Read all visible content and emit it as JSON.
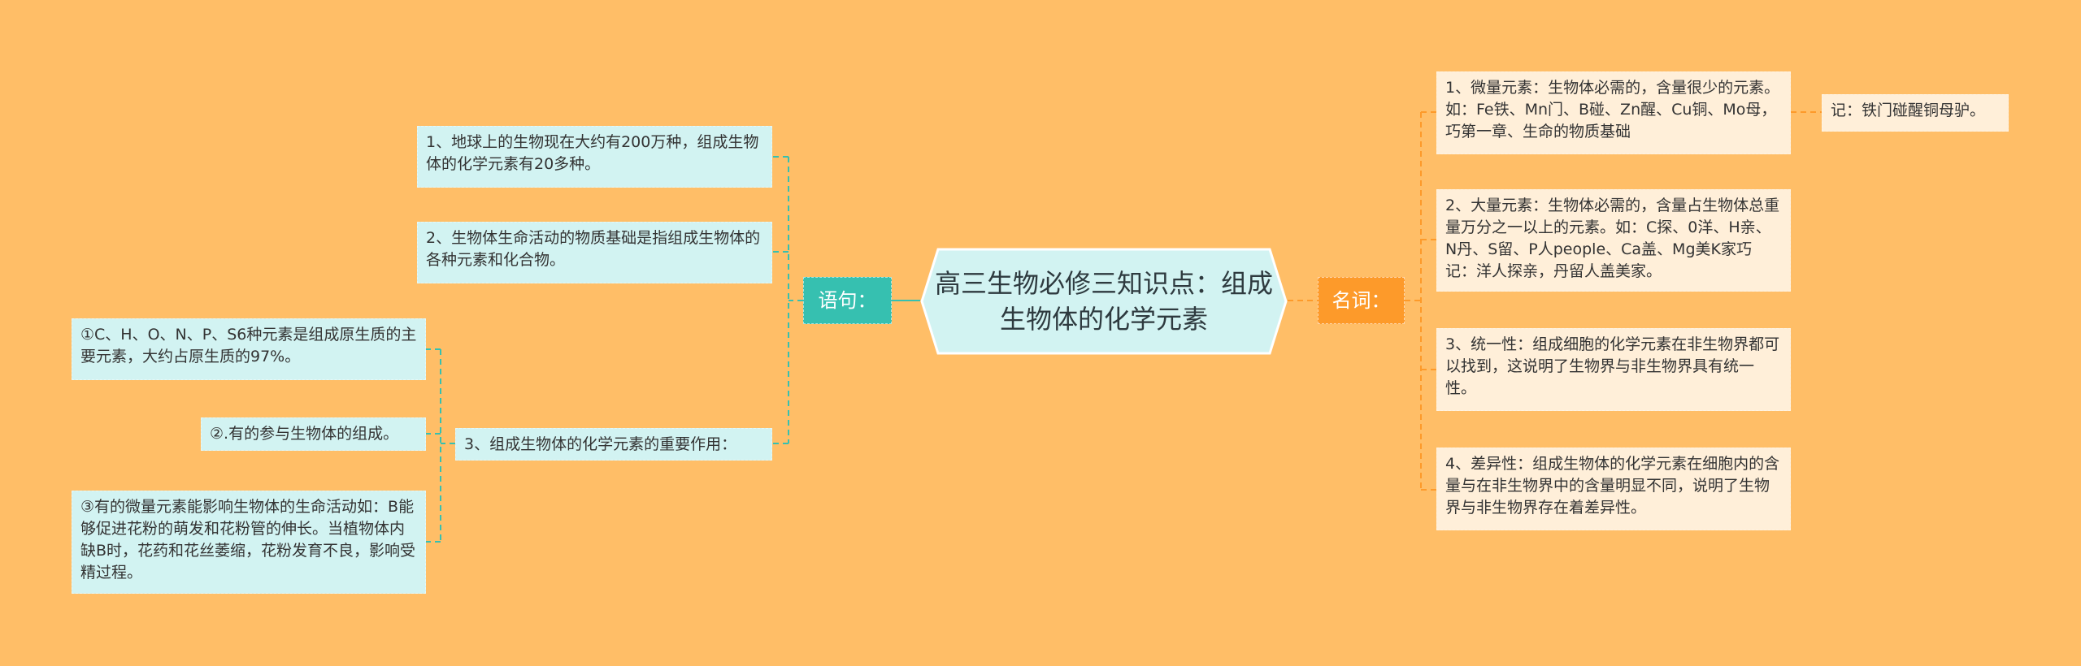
{
  "root": {
    "title": "高三生物必修三知识点：组成生物体的化学元素"
  },
  "left_branch": {
    "label": "语句：",
    "items": [
      "1、地球上的生物现在大约有200万种，组成生物体的化学元素有20多种。",
      "2、生物体生命活动的物质基础是指组成生物体的各种元素和化合物。",
      "3、组成生物体的化学元素的重要作用："
    ],
    "sub_items": [
      "①C、H、O、N、P、S6种元素是组成原生质的主要元素，大约占原生质的97%。",
      "②.有的参与生物体的组成。",
      "③有的微量元素能影响生物体的生命活动如：B能够促进花粉的萌发和花粉管的伸长。当植物体内缺B时，花药和花丝萎缩，花粉发育不良，影响受精过程。"
    ]
  },
  "right_branch": {
    "label": "名词：",
    "items": [
      "1、微量元素：生物体必需的，含量很少的元素。如：Fe铁、Mn门、B碰、Zn醒、Cu铜、Mo母，巧第一章、生命的物质基础",
      "2、大量元素：生物体必需的，含量占生物体总重量万分之一以上的元素。如：C探、0洋、H亲、N丹、S留、P人people、Ca盖、Mg美K家巧记：洋人探亲，丹留人盖美家。",
      "3、统一性：组成细胞的化学元素在非生物界都可以找到，这说明了生物界与非生物界具有统一性。",
      "4、差异性：组成生物体的化学元素在细胞内的含量与在非生物界中的含量明显不同，说明了生物界与非生物界存在着差异性。"
    ],
    "note": "记：铁门碰醒铜母驴。"
  },
  "colors": {
    "background": "#FFBE67",
    "left_accent": "#36C0B0",
    "right_accent": "#FD9A2A",
    "root_fill": "#D2F3F2"
  }
}
